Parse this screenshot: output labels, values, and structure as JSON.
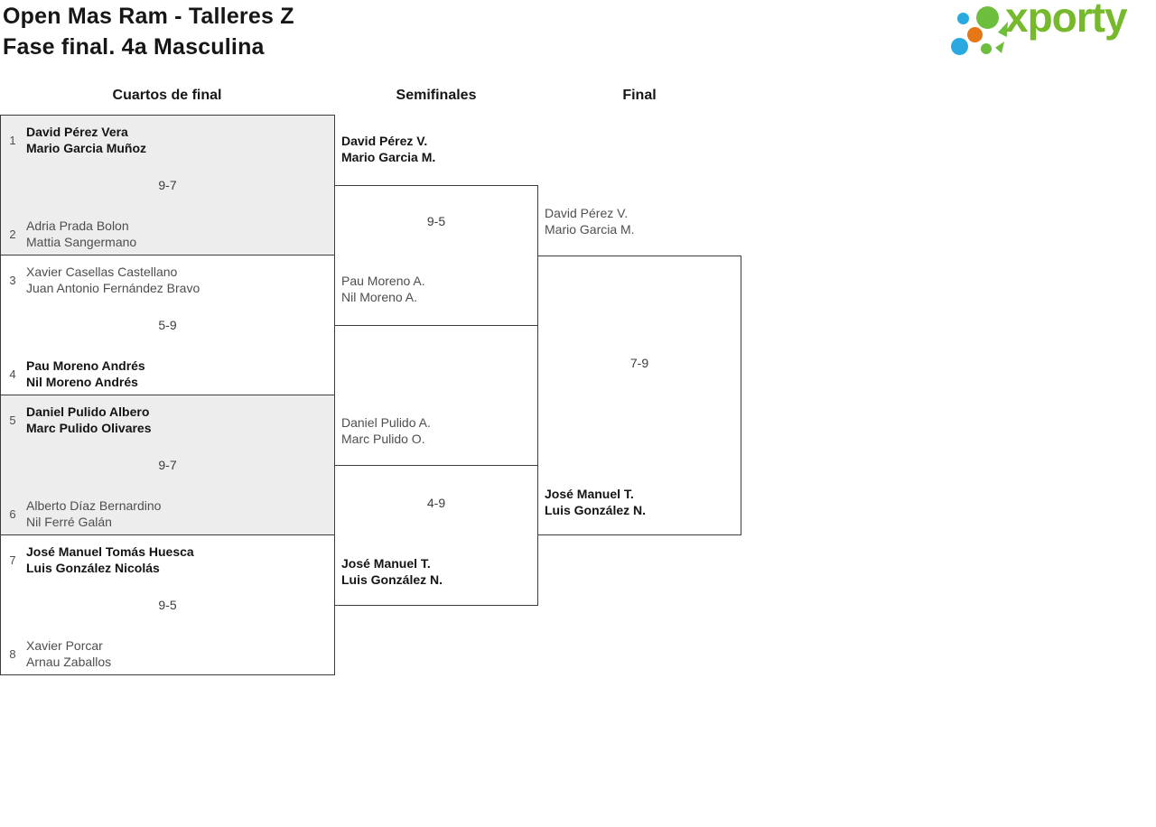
{
  "page": {
    "title_line1": "Open Mas Ram - Talleres Z",
    "title_line2": "Fase final. 4a Masculina"
  },
  "logo": {
    "text": "xporty",
    "brand_green": "#76b92d",
    "brand_blue": "#29a9e0",
    "brand_orange": "#e67616"
  },
  "rounds": {
    "quarterfinals_label": "Cuartos de final",
    "semifinals_label": "Semifinales",
    "final_label": "Final"
  },
  "quarterfinals": [
    {
      "seed_top": "1",
      "team_top": [
        "David Pérez Vera",
        "Mario Garcia Muñoz"
      ],
      "score": "9-7",
      "seed_bottom": "2",
      "team_bottom": [
        "Adria Prada Bolon",
        "Mattia Sangermano"
      ],
      "winner": "top"
    },
    {
      "seed_top": "3",
      "team_top": [
        "Xavier Casellas Castellano",
        "Juan Antonio Fernández Bravo"
      ],
      "score": "5-9",
      "seed_bottom": "4",
      "team_bottom": [
        "Pau Moreno Andrés",
        "Nil Moreno Andrés"
      ],
      "winner": "bottom"
    },
    {
      "seed_top": "5",
      "team_top": [
        "Daniel Pulido Albero",
        "Marc Pulido Olivares"
      ],
      "score": "9-7",
      "seed_bottom": "6",
      "team_bottom": [
        "Alberto Díaz Bernardino",
        "Nil Ferré Galán"
      ],
      "winner": "top"
    },
    {
      "seed_top": "7",
      "team_top": [
        "José Manuel Tomás Huesca",
        "Luis González Nicolás"
      ],
      "score": "9-5",
      "seed_bottom": "8",
      "team_bottom": [
        "Xavier Porcar",
        "Arnau Zaballos"
      ],
      "winner": "top"
    }
  ],
  "semifinals": [
    {
      "team_top": [
        "David Pérez V.",
        "Mario Garcia M."
      ],
      "score": "9-5",
      "team_bottom": [
        "Pau Moreno A.",
        "Nil Moreno A."
      ],
      "winner": "top"
    },
    {
      "team_top": [
        "Daniel Pulido A.",
        "Marc Pulido O."
      ],
      "score": "4-9",
      "team_bottom": [
        "José Manuel T.",
        "Luis González N."
      ],
      "winner": "bottom"
    }
  ],
  "final": {
    "team_top": [
      "David Pérez V.",
      "Mario Garcia M."
    ],
    "score": "7-9",
    "team_bottom": [
      "José Manuel T.",
      "Luis González N."
    ],
    "winner": "bottom"
  }
}
